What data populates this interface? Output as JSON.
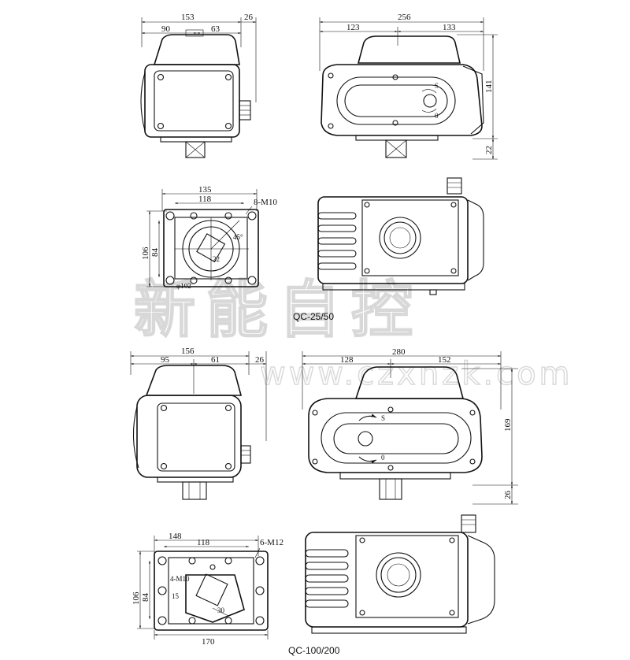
{
  "drawing": {
    "model_small": "QC-25/50",
    "model_large": "QC-100/200",
    "watermark_cn": "新能自控",
    "watermark_url": "www.czxnzk.com"
  },
  "dims_top": {
    "front_width": "153",
    "front_left": "90",
    "front_right": "63",
    "front_offset": "26",
    "side_width": "256",
    "side_left": "123",
    "side_right": "133",
    "height": "141",
    "stem": "22",
    "label_s": "S",
    "label_o": "0"
  },
  "dims_flange_small": {
    "outer": "135",
    "pcd": "118",
    "bolts": "8-M10",
    "height_outer": "106",
    "height_inner": "84",
    "angle": "45°",
    "square": "22",
    "bore": "φ102"
  },
  "dims_mid": {
    "front_width": "156",
    "front_left": "95",
    "front_right": "61",
    "front_offset": "26",
    "side_width": "280",
    "side_left": "128",
    "side_right": "152",
    "height": "169",
    "stem": "26",
    "label_s": "S",
    "label_o": "0"
  },
  "dims_flange_large": {
    "outer": "148",
    "pcd": "118",
    "bolts_outer": "6-M12",
    "bolts_inner": "4-M10",
    "height_outer": "106",
    "height_inner": "84",
    "small": "15",
    "square": "30",
    "bottom_width": "170"
  }
}
